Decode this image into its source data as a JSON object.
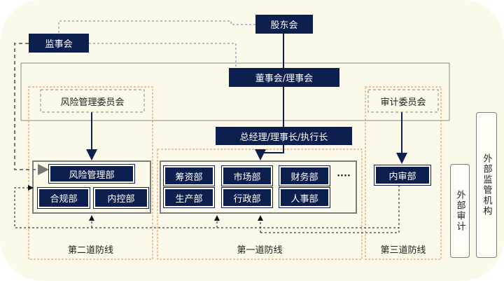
{
  "nodes": {
    "shareholders": "股东会",
    "supervisors": "监事会",
    "board": "董事会/理事会",
    "risk_committee": "风险管理委员会",
    "audit_committee": "审计委员会",
    "gm": "总经理/理事长/执行长",
    "risk_dept": "风险管理部",
    "compliance_dept": "合规部",
    "internal_control_dept": "内控部",
    "fundraising_dept": "筹资部",
    "market_dept": "市场部",
    "finance_dept": "财务部",
    "more": "····",
    "production_dept": "生产部",
    "admin_dept": "行政部",
    "hr_dept": "人事部",
    "internal_audit_dept": "内审部",
    "external_audit": "外部审计",
    "external_regulators": "外部监管机构"
  },
  "defense_lines": {
    "second": "第二道防线",
    "first": "第一道防线",
    "third": "第三道防线"
  },
  "colors": {
    "node_fill": "#0d1f4f",
    "defense_border": "#e8894a",
    "background": "#fbfaea"
  }
}
